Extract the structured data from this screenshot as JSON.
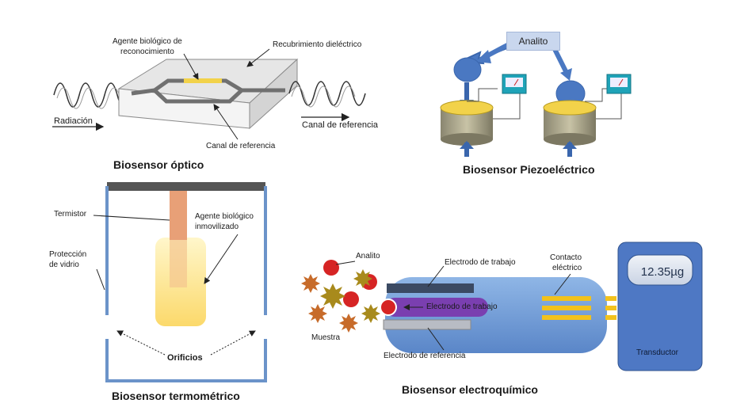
{
  "optical": {
    "title": "Biosensor óptico",
    "label_agent": "Agente biológico de\nreconocimiento",
    "label_agent_l1": "Agente biológico de",
    "label_agent_l2": "reconocimiento",
    "label_coating": "Recubrimiento dieléctrico",
    "label_radiation": "Radiación",
    "label_ref_channel_right": "Canal de referencia",
    "label_ref_channel_bottom": "Canal de referencia"
  },
  "piezo": {
    "title": "Biosensor Piezoeléctrico",
    "analyte_label": "Analito"
  },
  "thermo": {
    "title": "Biosensor termométrico",
    "label_thermistor": "Termistor",
    "label_agent_l1": "Agente biológico",
    "label_agent_l2": "inmovilizado",
    "label_glass_l1": "Protección",
    "label_glass_l2": "de vidrio",
    "label_holes": "Orificios"
  },
  "electro": {
    "title": "Biosensor electroquímico",
    "label_analyte": "Analito",
    "label_work_top": "Electrodo de trabajo",
    "label_work_inner": "Electrodo de trabajo",
    "label_contact_l1": "Contacto",
    "label_contact_l2": "eléctrico",
    "label_sample": "Muestra",
    "label_ref": "Electrodo de referencia",
    "display_value": "12.35µg",
    "transducer_label": "Transductor"
  },
  "colors": {
    "yellow": "#f2d24a",
    "blue_ball": "#4a78c2",
    "teal_meter": "#1fa3b8",
    "glass": "#6b93c9",
    "thermistor": "#e8a077",
    "transducer": "#4e78c4"
  }
}
